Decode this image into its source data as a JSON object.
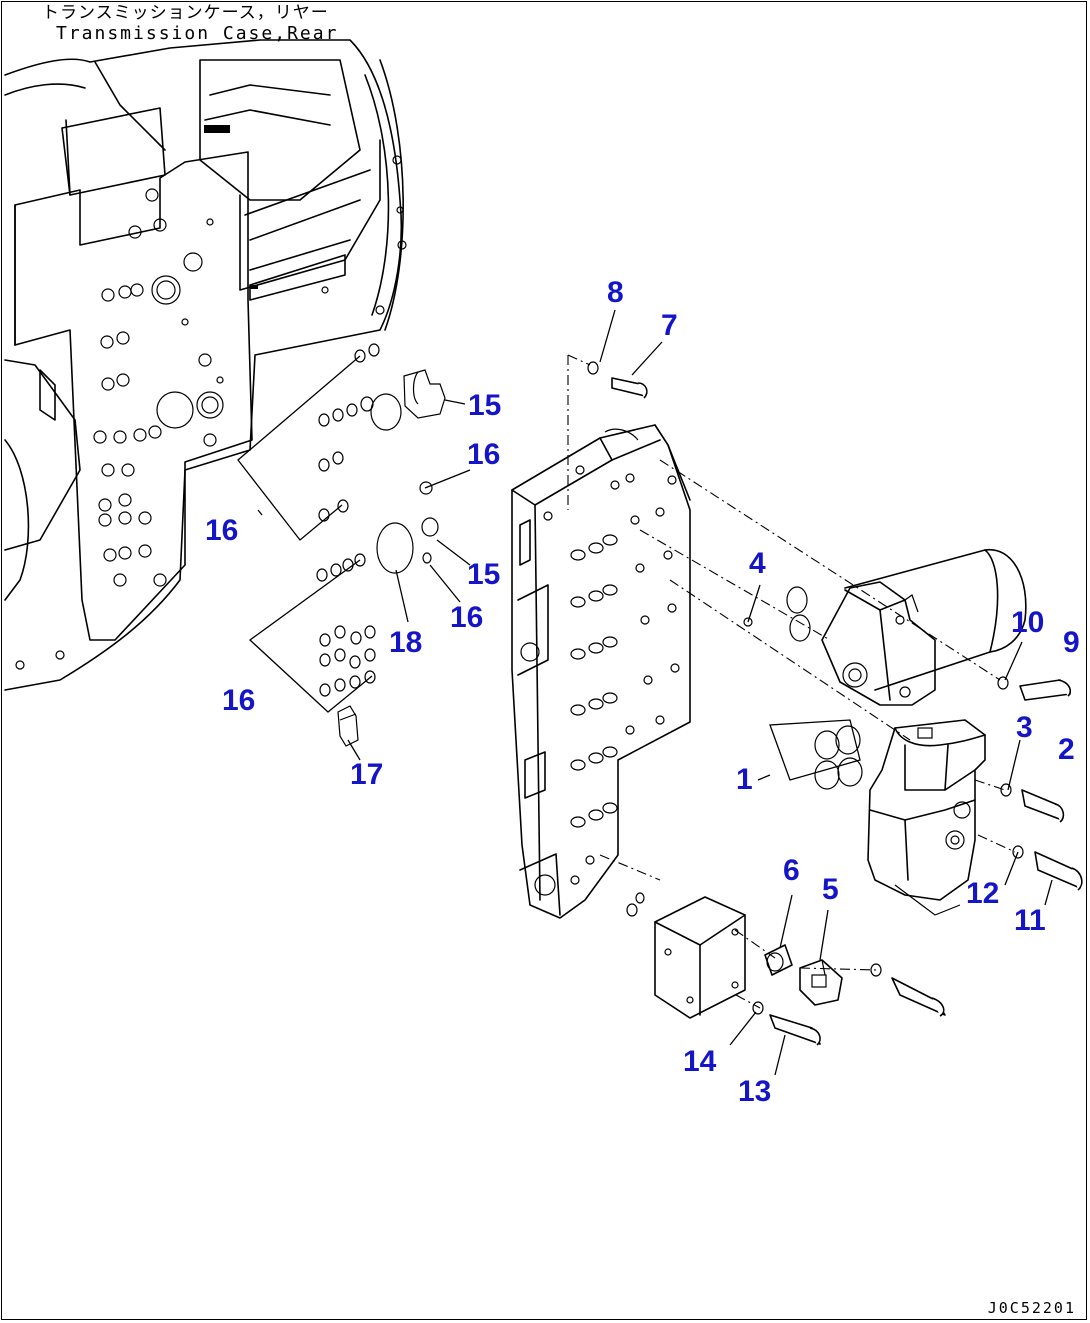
{
  "diagram": {
    "header_jp": "トランスミッションケース，リヤー",
    "header_en": "Transmission Case,Rear",
    "drawing_code": "J0C52201"
  },
  "callouts": [
    {
      "id": "8",
      "label": "8"
    },
    {
      "id": "7",
      "label": "7"
    },
    {
      "id": "15a",
      "label": "15"
    },
    {
      "id": "16a",
      "label": "16"
    },
    {
      "id": "16b",
      "label": "16"
    },
    {
      "id": "15b",
      "label": "15"
    },
    {
      "id": "16c",
      "label": "16"
    },
    {
      "id": "18",
      "label": "18"
    },
    {
      "id": "16d",
      "label": "16"
    },
    {
      "id": "17",
      "label": "17"
    },
    {
      "id": "4",
      "label": "4"
    },
    {
      "id": "10",
      "label": "10"
    },
    {
      "id": "9",
      "label": "9"
    },
    {
      "id": "3",
      "label": "3"
    },
    {
      "id": "2",
      "label": "2"
    },
    {
      "id": "1",
      "label": "1"
    },
    {
      "id": "12",
      "label": "12"
    },
    {
      "id": "11",
      "label": "11"
    },
    {
      "id": "6",
      "label": "6"
    },
    {
      "id": "5",
      "label": "5"
    },
    {
      "id": "14",
      "label": "14"
    },
    {
      "id": "13",
      "label": "13"
    }
  ]
}
